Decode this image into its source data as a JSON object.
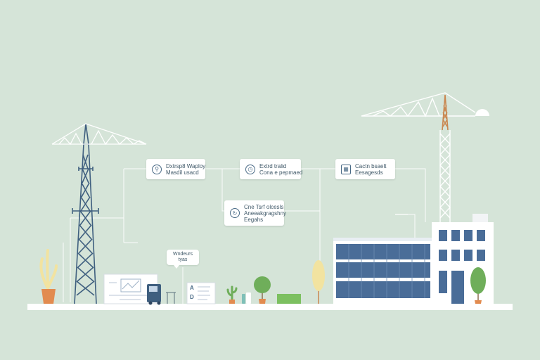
{
  "cards": [
    {
      "icon": "magnifier-icon",
      "line1": "Dxtrsp8 Waploy",
      "line2": "Masdil usacd"
    },
    {
      "icon": "clock-icon",
      "line1": "Extrd tralid",
      "line2": "Cona e pepmaed"
    },
    {
      "icon": "building-icon",
      "line1": "Cactn bsaelt",
      "line2": "Eesagesds"
    },
    {
      "icon": "refresh-icon",
      "line1": "Cne Tsrf olcesls",
      "line2": "Aneeakgragshny",
      "line3": "Eegahs"
    }
  ],
  "bubble": {
    "line1": "Wndeurs",
    "line2": "tyas"
  },
  "document_letters": {
    "a": "A",
    "b": "D"
  },
  "colors": {
    "background": "#d5e4d8",
    "tower_blue": "#3f5f7f",
    "crane_orange": "#c98750",
    "facade_blue": "#4a6d98",
    "ground": "#ffffff"
  }
}
